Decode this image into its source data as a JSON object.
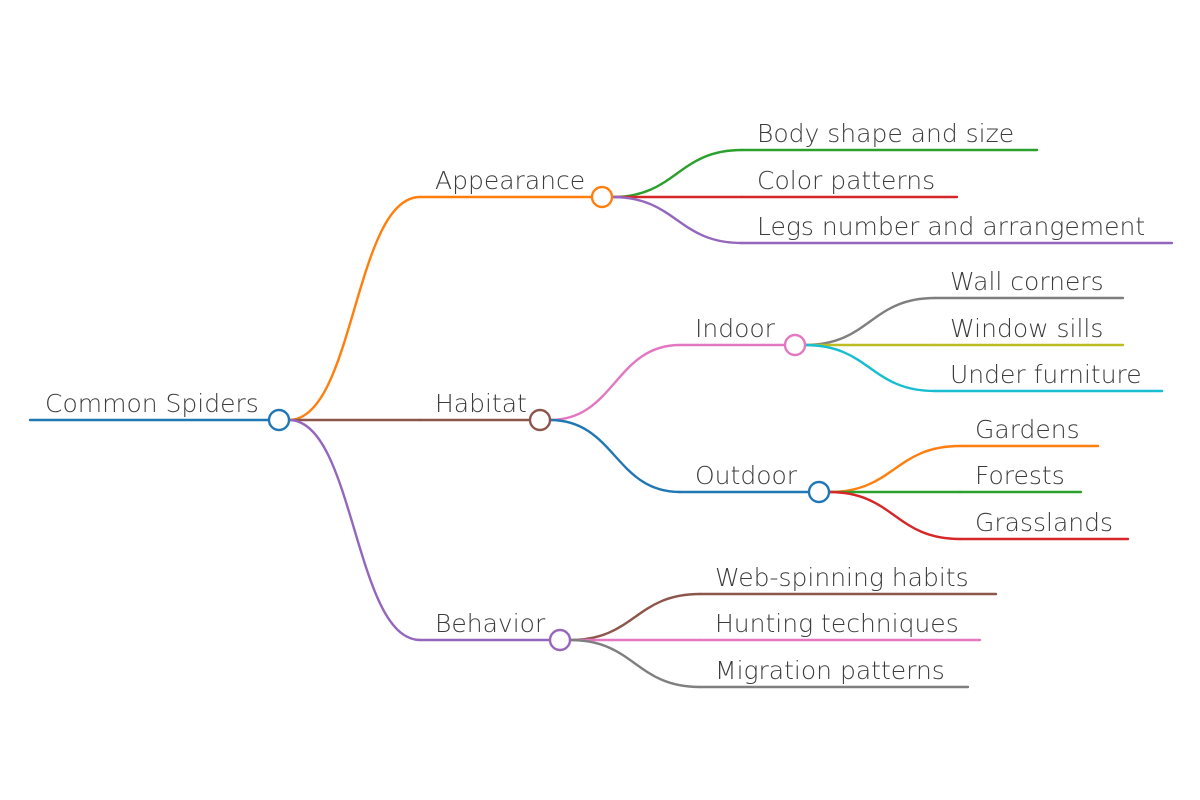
{
  "root": {
    "label": "Common Spiders",
    "color": "#1f77b4",
    "children": [
      {
        "label": "Appearance",
        "color": "#ff7f0e",
        "children": [
          {
            "label": "Body shape and size",
            "color": "#2ca02c"
          },
          {
            "label": "Color patterns",
            "color": "#d62728"
          },
          {
            "label": "Legs number and arrangement",
            "color": "#9467bd"
          }
        ]
      },
      {
        "label": "Habitat",
        "color": "#8c564b",
        "children": [
          {
            "label": "Indoor",
            "color": "#e377c2",
            "children": [
              {
                "label": "Wall corners",
                "color": "#7f7f7f"
              },
              {
                "label": "Window sills",
                "color": "#bcbd22"
              },
              {
                "label": "Under furniture",
                "color": "#17becf"
              }
            ]
          },
          {
            "label": "Outdoor",
            "color": "#1f77b4",
            "children": [
              {
                "label": "Gardens",
                "color": "#ff7f0e"
              },
              {
                "label": "Forests",
                "color": "#2ca02c"
              },
              {
                "label": "Grasslands",
                "color": "#d62728"
              }
            ]
          }
        ]
      },
      {
        "label": "Behavior",
        "color": "#9467bd",
        "children": [
          {
            "label": "Web-spinning habits",
            "color": "#8c564b"
          },
          {
            "label": "Hunting techniques",
            "color": "#e377c2"
          },
          {
            "label": "Migration patterns",
            "color": "#7f7f7f"
          }
        ]
      }
    ]
  }
}
